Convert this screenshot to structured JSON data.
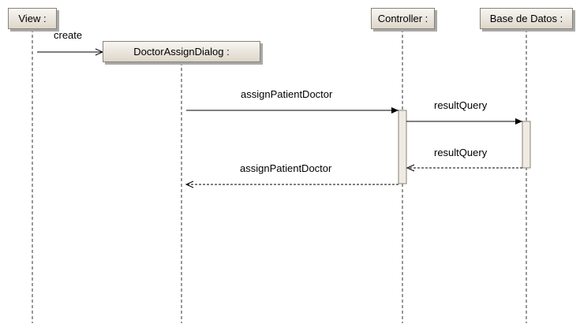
{
  "lifelines": [
    {
      "id": "view",
      "label": "View :"
    },
    {
      "id": "dialog",
      "label": "DoctorAssignDialog :"
    },
    {
      "id": "controller",
      "label": "Controller :"
    },
    {
      "id": "db",
      "label": "Base de Datos :"
    }
  ],
  "messages": [
    {
      "id": "create",
      "label": "create",
      "from": "view",
      "to": "dialog",
      "kind": "create"
    },
    {
      "id": "assign-call",
      "label": "assignPatientDoctor",
      "from": "dialog",
      "to": "controller",
      "kind": "sync"
    },
    {
      "id": "query-call",
      "label": "resultQuery",
      "from": "controller",
      "to": "db",
      "kind": "sync"
    },
    {
      "id": "query-return",
      "label": "resultQuery",
      "from": "db",
      "to": "controller",
      "kind": "return"
    },
    {
      "id": "assign-return",
      "label": "assignPatientDoctor",
      "from": "controller",
      "to": "dialog",
      "kind": "return"
    }
  ],
  "colors": {
    "line": "#000000",
    "lifeline_dash": "#333333",
    "box_border": "#8a8275",
    "box_top": "#f8f6f2",
    "box_bottom": "#ddd6ca",
    "activation_fill": "#efebe3"
  }
}
